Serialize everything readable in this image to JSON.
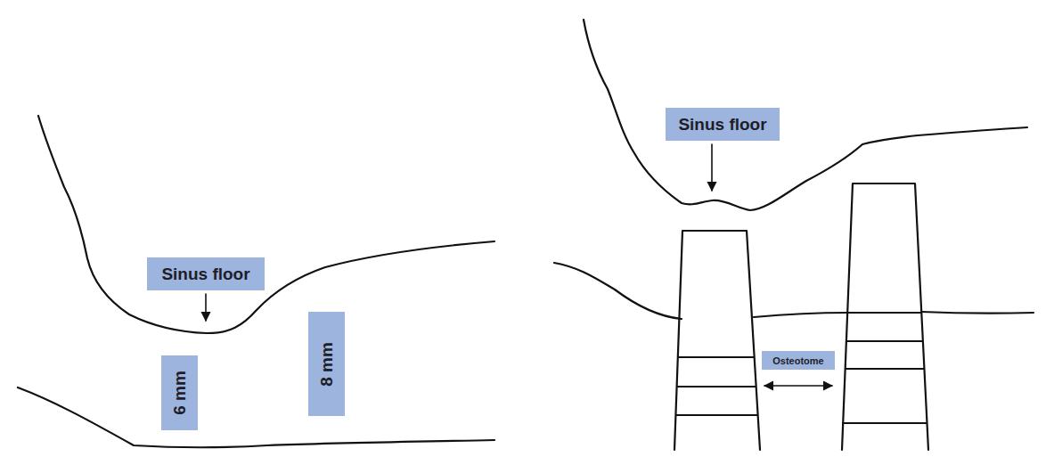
{
  "diagram": {
    "nodes": [
      {
        "text": [
          "Sinus floor"
        ]
      },
      {
        "text": [
          "6 mm"
        ]
      },
      {
        "text": [
          "8 mm"
        ]
      },
      {
        "text": [
          "Sinus floor"
        ]
      },
      {
        "text": [
          "Osteotome"
        ]
      }
    ]
  }
}
